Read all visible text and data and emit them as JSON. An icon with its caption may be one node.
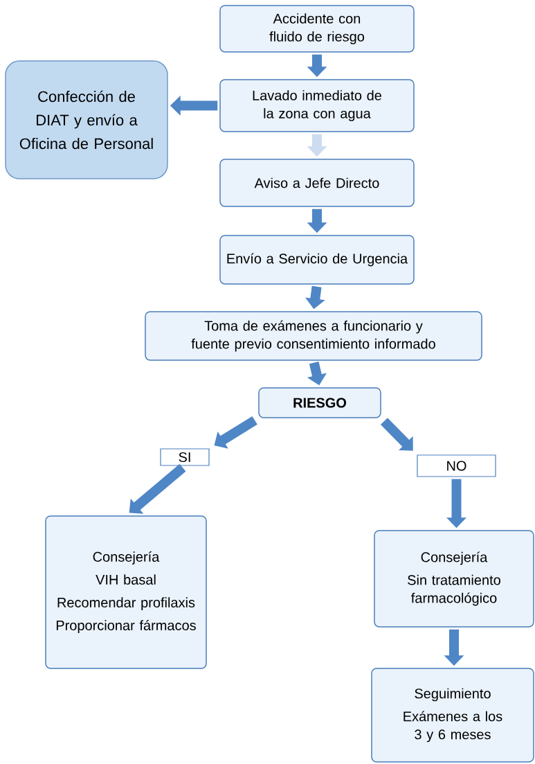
{
  "diagram": {
    "nodes": [
      {
        "text": [
          "Accidente con fluido de riesgo"
        ]
      },
      {
        "text": [
          "Confección de DIAT y envío a Oficina de Personal"
        ]
      },
      {
        "text": [
          "Lavado inmediato de la zona con agua"
        ]
      },
      {
        "text": [
          "Aviso a Jefe Directo"
        ]
      },
      {
        "text": [
          "Envío a Servicio de Urgencia"
        ]
      },
      {
        "text": [
          "Toma de exámenes a funcionario y fuente previo consentimiento informado"
        ]
      },
      {
        "text": [
          "**RIESGO**"
        ]
      },
      {
        "text": [
          "SI"
        ]
      },
      {
        "text": [
          "NO"
        ]
      },
      {
        "text": [
          "Consejería",
          "VIH basal",
          "Recomendar profilaxis",
          "Proporcionar fármacos"
        ]
      },
      {
        "text": [
          "Consejería",
          "Sin tratamiento farmacológico"
        ]
      },
      {
        "text": [
          "Seguimiento",
          "Exámenes a los 3 y 6 meses"
        ]
      }
    ],
    "edges": [
      {
        "from": 0,
        "to": 2,
        "arrow": "to"
      },
      {
        "from": 2,
        "to": 1,
        "arrow": "to"
      },
      {
        "from": 2,
        "to": 3,
        "arrow": "to",
        "color": "#cddcf0"
      },
      {
        "from": 3,
        "to": 4,
        "arrow": "to"
      },
      {
        "from": 4,
        "to": 5,
        "arrow": "to"
      },
      {
        "from": 5,
        "to": 6,
        "arrow": "to"
      },
      {
        "from": 6,
        "to": 7,
        "arrow": "to"
      },
      {
        "from": 6,
        "to": 8,
        "arrow": "to"
      },
      {
        "from": 7,
        "to": 9,
        "arrow": "to"
      },
      {
        "from": 8,
        "to": 10,
        "arrow": "to"
      },
      {
        "from": 10,
        "to": 11,
        "arrow": "to"
      }
    ]
  }
}
